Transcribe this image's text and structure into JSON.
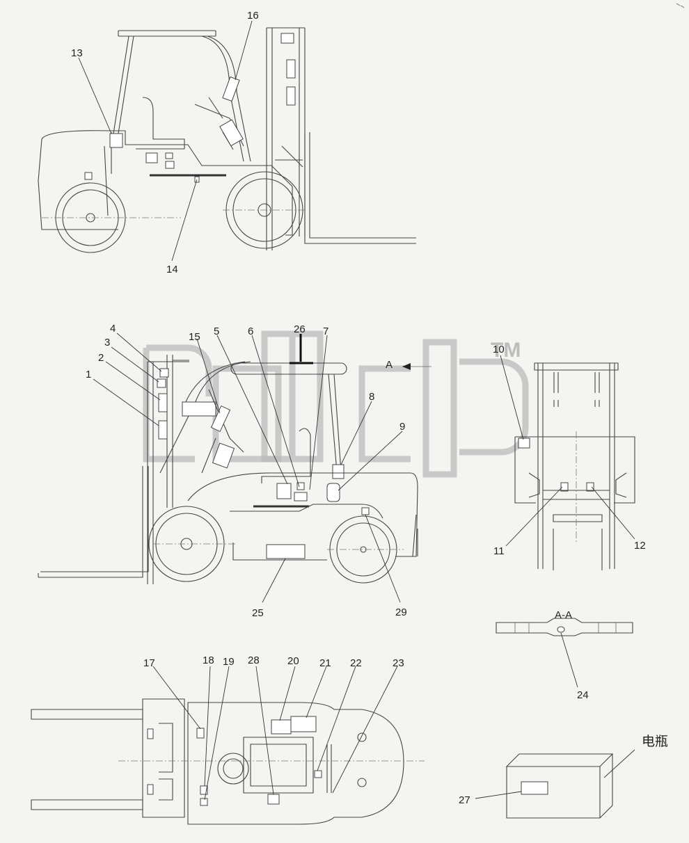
{
  "callouts": [
    "1",
    "2",
    "3",
    "4",
    "5",
    "6",
    "7",
    "8",
    "9",
    "10",
    "11",
    "12",
    "13",
    "14",
    "15",
    "16",
    "17",
    "18",
    "19",
    "20",
    "21",
    "22",
    "23",
    "24",
    "25",
    "26",
    "27",
    "28",
    "29"
  ],
  "section_label": "A-A",
  "arrow_label": "A",
  "battery_label": "电瓶",
  "watermark": {
    "trademark": "TM"
  }
}
